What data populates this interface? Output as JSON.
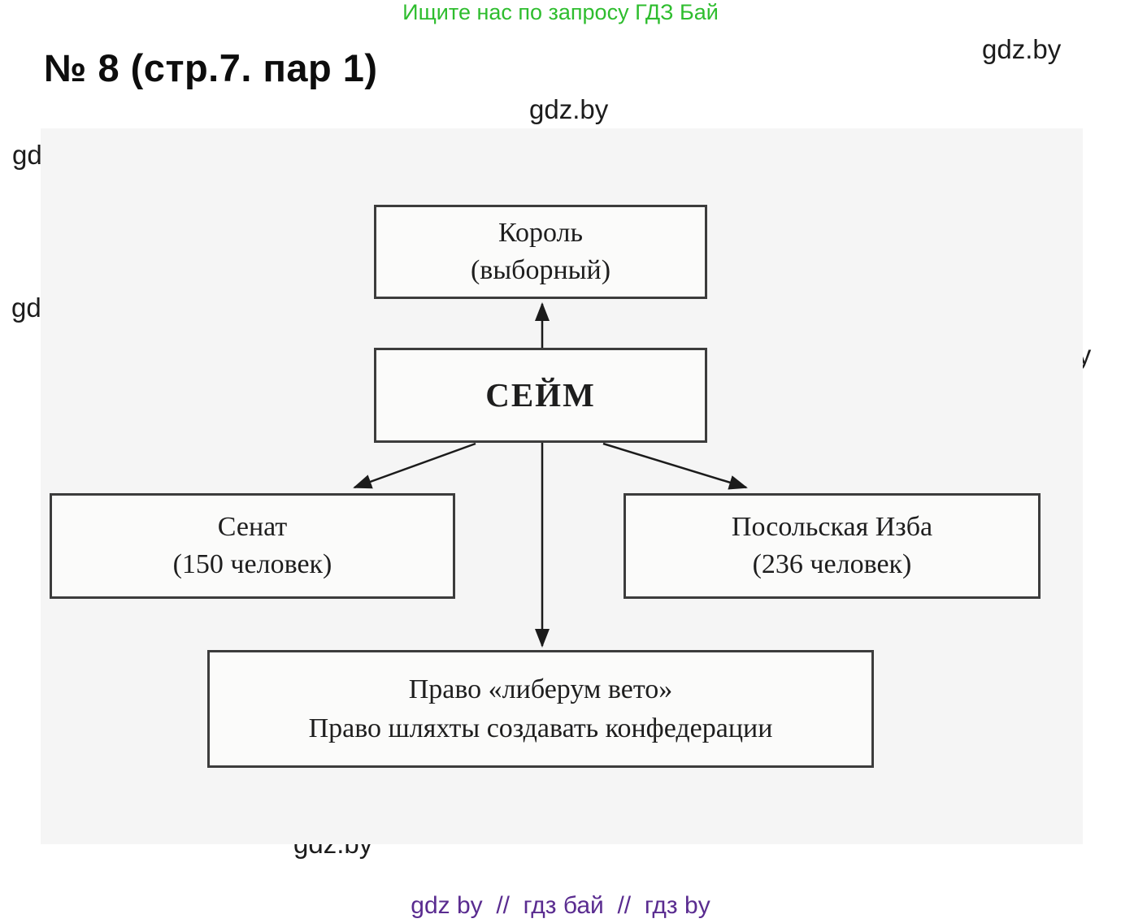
{
  "page": {
    "promo_text": "Ищите нас по запросу ГДЗ Бай",
    "promo_color": "#2ebd2e",
    "title": "№ 8 (стр.7. пар 1)",
    "footer_text": "gdz by  //  гдз бай  //  гдз by",
    "footer_color": "#5a2c90"
  },
  "watermark": {
    "text": "gdz.by"
  },
  "diagram": {
    "arrow_color": "#1b1b1b",
    "border_color": "#3c3c3c",
    "nodes": {
      "king": {
        "line1": "Король",
        "line2": "(выборный)"
      },
      "sejm": {
        "label": "СЕЙМ"
      },
      "senate": {
        "line1": "Сенат",
        "line2": "(150 человек)"
      },
      "chamber": {
        "line1": "Посольская Изба",
        "line2": "(236 человек)"
      },
      "rights": {
        "line1": "Право «либерум вето»",
        "line2": "Право шляхты создавать конфедерации"
      }
    }
  }
}
